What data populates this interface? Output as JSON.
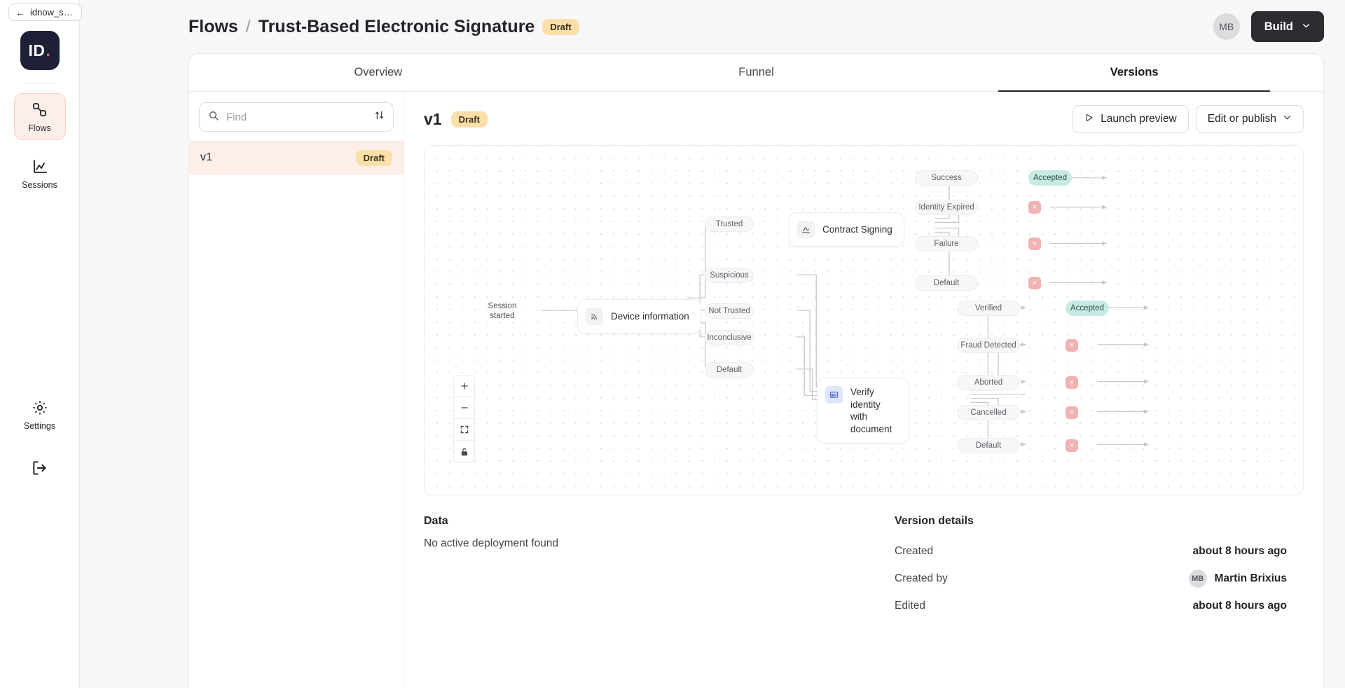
{
  "browser": {
    "back_label": "idnow_s…",
    "back_icon": "arrow-left-icon"
  },
  "brand": {
    "logo_text": "ID",
    "logo_dot": "."
  },
  "sidebar": {
    "items": [
      {
        "label": "Flows",
        "icon": "flows-nodes-icon",
        "active": true
      },
      {
        "label": "Sessions",
        "icon": "chart-sessions-icon",
        "active": false
      }
    ],
    "bottom": [
      {
        "label": "Settings",
        "icon": "gear-icon"
      }
    ],
    "logout": {
      "icon": "logout-icon",
      "label": ""
    }
  },
  "header": {
    "breadcrumb_root": "Flows",
    "breadcrumb_sep": "/",
    "breadcrumb_current": "Trust-Based Electronic Signature",
    "status_badge": "Draft",
    "avatar_initials": "MB",
    "build_label": "Build",
    "build_caret": "chevron-down-icon"
  },
  "tabs": [
    {
      "label": "Overview",
      "active": false
    },
    {
      "label": "Funnel",
      "active": false
    },
    {
      "label": "Versions",
      "active": true
    }
  ],
  "version_list": {
    "search_placeholder": "Find",
    "search_value": "",
    "search_icon": "search-icon",
    "sort_icon": "sort-arrows-icon",
    "rows": [
      {
        "name": "v1",
        "badge": "Draft",
        "selected": true
      }
    ]
  },
  "version_detail": {
    "title": "v1",
    "badge": "Draft",
    "launch_preview_label": "Launch preview",
    "launch_preview_icon": "play-icon",
    "edit_publish_label": "Edit or publish",
    "edit_publish_icon": "chevron-down-icon"
  },
  "canvas": {
    "start_label": "Session\nstarted",
    "controls": [
      {
        "name": "zoom-in",
        "glyph": "+"
      },
      {
        "name": "zoom-out",
        "glyph": "−"
      },
      {
        "name": "fit-view",
        "glyph": "⛶"
      },
      {
        "name": "lock",
        "glyph": "🔒"
      }
    ],
    "nodes": [
      {
        "id": "device",
        "label": "Device information",
        "icon": "device-signal-icon",
        "icon_style": "gray"
      },
      {
        "id": "contract",
        "label": "Contract Signing",
        "icon": "signature-icon",
        "icon_style": "gray"
      },
      {
        "id": "verify",
        "label": "Verify identity with document",
        "icon": "id-card-icon",
        "icon_style": "blue"
      }
    ],
    "device_branches": [
      "Trusted",
      "Suspicious",
      "Not Trusted",
      "Inconclusive",
      "Default"
    ],
    "contract_branches": [
      "Success",
      "Identity Expired",
      "Failure",
      "Default"
    ],
    "verify_branches": [
      "Verified",
      "Fraud Detected",
      "Aborted",
      "Cancelled",
      "Default"
    ],
    "outcomes": {
      "accepted_label": "Accepted",
      "rejected_glyph": "×"
    }
  },
  "footer": {
    "data_heading": "Data",
    "data_text": "No active deployment found",
    "details_heading": "Version details",
    "rows": [
      {
        "key": "Created",
        "value": "about 8 hours ago",
        "avatar": ""
      },
      {
        "key": "Created by",
        "value": "Martin Brixius",
        "avatar": "MB"
      },
      {
        "key": "Edited",
        "value": "about 8 hours ago",
        "avatar": ""
      }
    ]
  },
  "colors": {
    "accent": "#f4623a",
    "draft_badge": "#fbdfa8",
    "accepted": "#c8e9e4",
    "rejected": "#f0b3b3",
    "build_button": "#2b2d31"
  }
}
